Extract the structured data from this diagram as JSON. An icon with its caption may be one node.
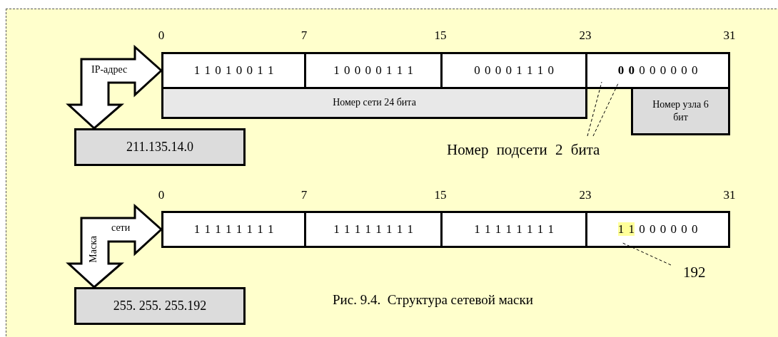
{
  "diagram": {
    "caption": "Рис. 9.4.  Структура сетевой маски",
    "nodes": [
      {
        "text": [
          "1 1 0 1 0 0 1 1"
        ]
      },
      {
        "text": [
          "1 0 0 0 0 1 1 1"
        ]
      },
      {
        "text": [
          "0 0 0 0 1 1 1 0"
        ]
      },
      {
        "text": [
          "0 0 0 0 0 0 0 0"
        ]
      },
      {
        "text": [
          "Номер сети 24 бита"
        ]
      },
      {
        "text": [
          "Номер узла 6 бит"
        ]
      },
      {
        "text": [
          "211.135.14.0"
        ]
      },
      {
        "text": [
          "Номер подсети 2 бита"
        ]
      },
      {
        "text": [
          "1 1 1 1 1 1 1 1"
        ]
      },
      {
        "text": [
          "1 1 1 1 1 1 1 1"
        ]
      },
      {
        "text": [
          "1 1 1 1 1 1 1 1"
        ]
      },
      {
        "text": [
          "1 1 0 0 0 0 0 0"
        ]
      },
      {
        "text": [
          "255. 255. 255.192"
        ]
      },
      {
        "text": [
          "192"
        ]
      }
    ],
    "edges": [
      {
        "from": 0,
        "to": 6,
        "arrow": "both",
        "label": "IP-адрес"
      },
      {
        "from": 7,
        "to": 3,
        "arrow": "none",
        "style": "dashed"
      },
      {
        "from": 7,
        "to": 3,
        "arrow": "none",
        "style": "dashed"
      },
      {
        "from": 8,
        "to": 12,
        "arrow": "both",
        "label": "Маска сети"
      },
      {
        "from": 13,
        "to": 11,
        "arrow": "none",
        "style": "dashed"
      }
    ],
    "labels": [
      "0",
      "7",
      "15",
      "23",
      "31",
      "0",
      "7",
      "15",
      "23",
      "31"
    ]
  }
}
